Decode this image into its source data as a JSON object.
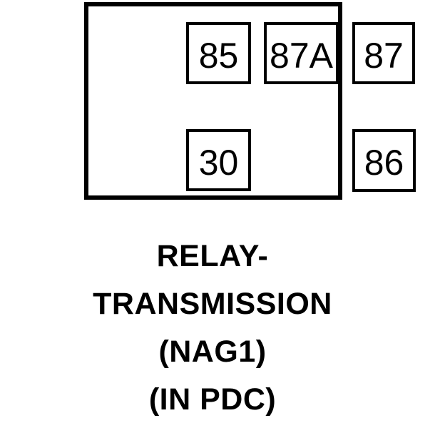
{
  "relay_diagram": {
    "pins": [
      {
        "label": "85"
      },
      {
        "label": "87A"
      },
      {
        "label": "87"
      },
      {
        "label": "30"
      },
      {
        "label": "86"
      }
    ],
    "caption": {
      "lines": [
        "RELAY-",
        "TRANSMISSION",
        "(NAG1)",
        "(IN PDC)"
      ]
    },
    "colors": {
      "line": "#000000",
      "background": "#ffffff",
      "text": "#000000"
    }
  }
}
